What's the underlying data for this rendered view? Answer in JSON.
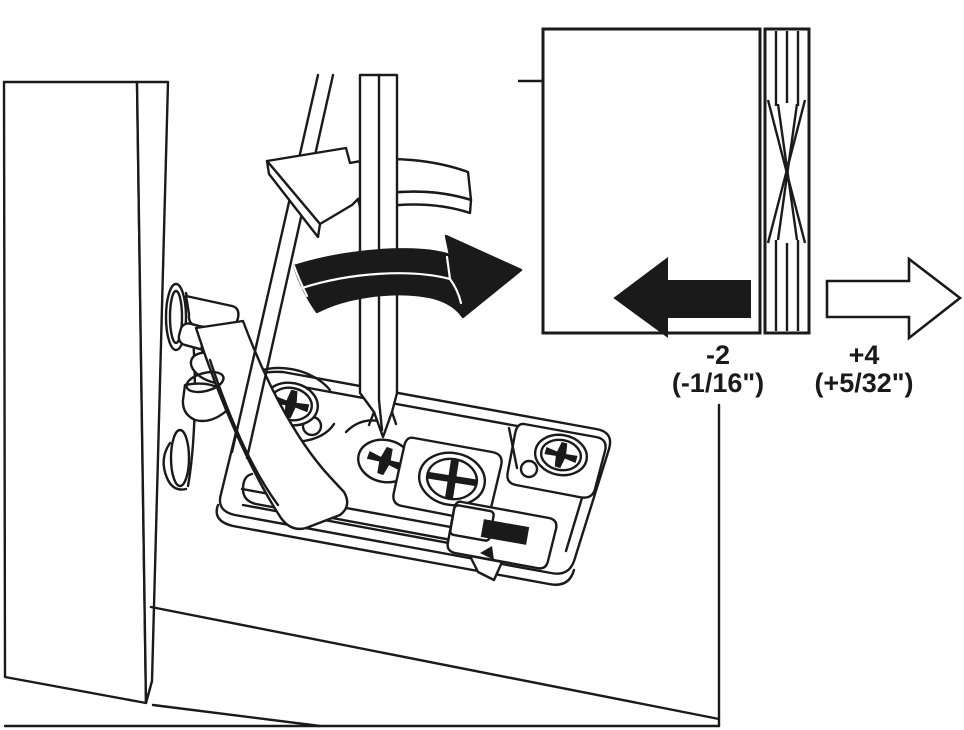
{
  "colors": {
    "background": "#ffffff",
    "line": "#1a1a1a",
    "black_arrow": "#1a1a1a",
    "white_arrow": "#ffffff"
  },
  "adjustment_labels": {
    "minus_mm": "-2",
    "minus_inch": "(-1/16\")",
    "plus_mm": "+4",
    "plus_inch": "(+5/32\")"
  },
  "icons": {
    "counterclockwise_rotation_arrow": "curved-3d-outline-arrow-left",
    "clockwise_rotation_arrow": "curved-3d-solid-arrow-right",
    "move_left_arrow": "solid-left-arrow",
    "move_right_arrow": "outline-right-arrow",
    "compressed_door_edge": "twisted-band-column",
    "screw_recess": "phillips-cross"
  }
}
